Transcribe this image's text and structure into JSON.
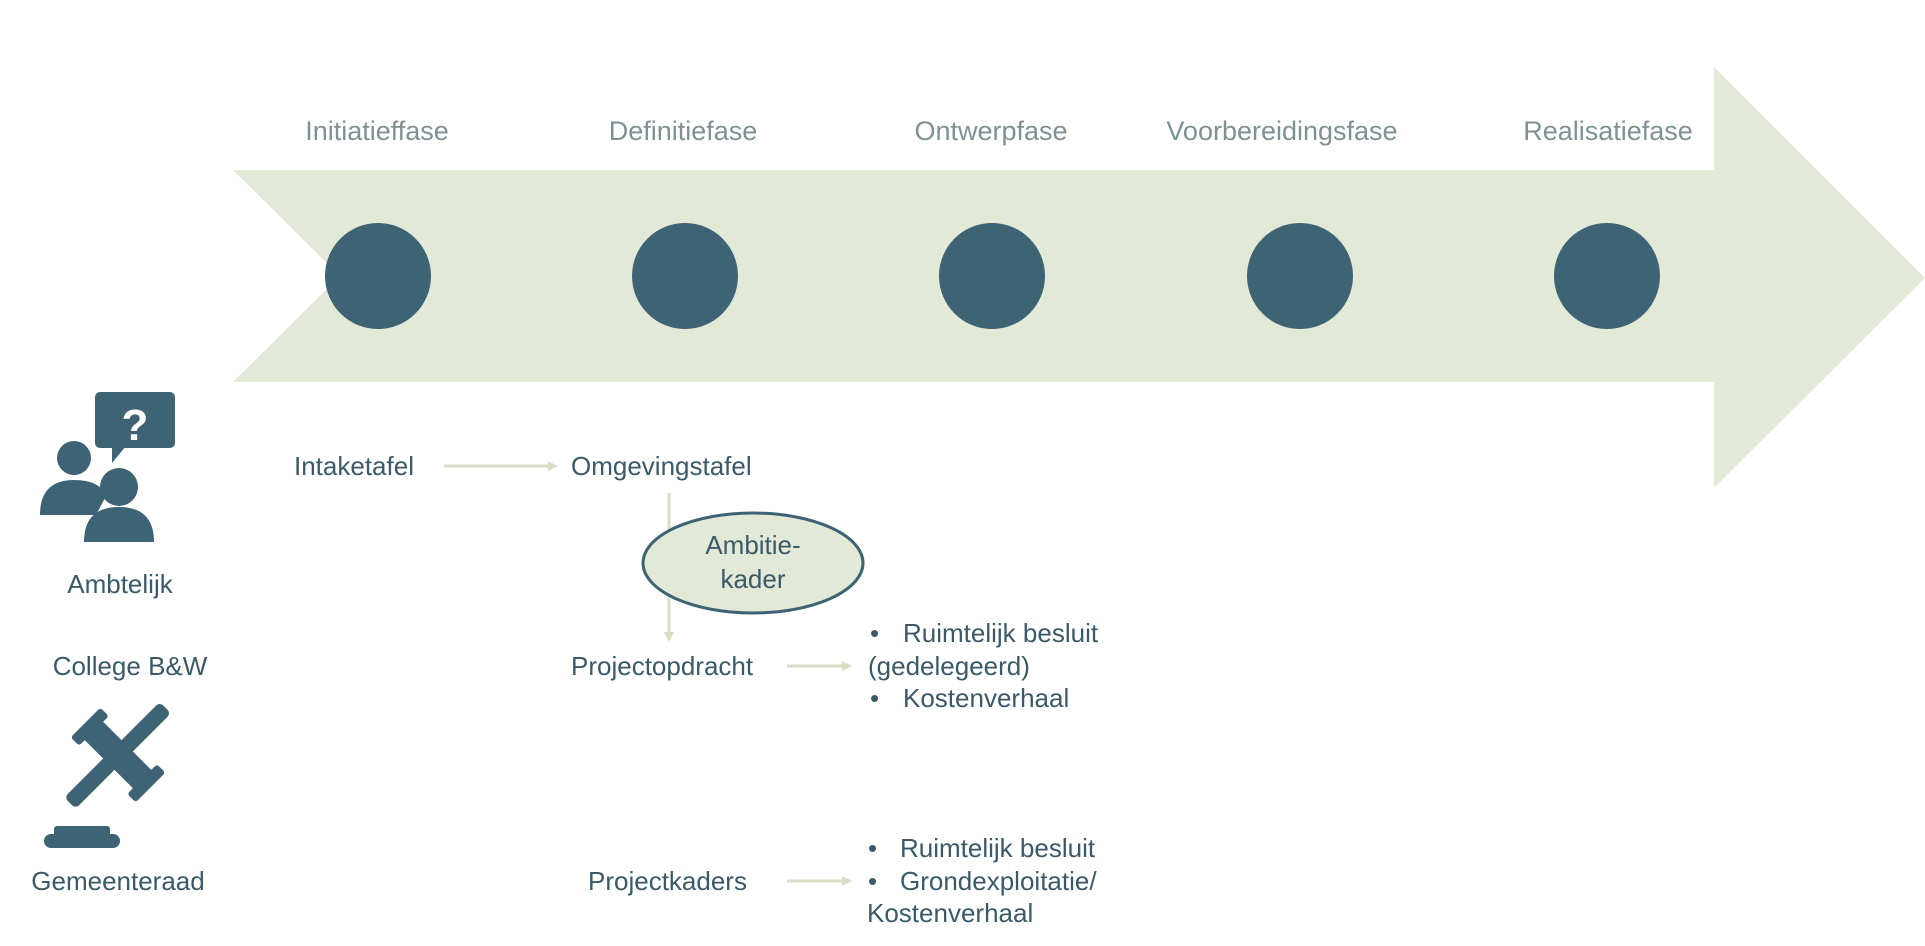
{
  "colors": {
    "arrow_fill": "#e3e9d7",
    "dot_fill": "#3d6374",
    "text_dark": "#3a5a68",
    "text_phase": "#7e9294",
    "connector": "#d6dfc4",
    "ellipse_fill": "#e3e9d7",
    "ellipse_stroke": "#3d6374",
    "icon_fill": "#3d6374"
  },
  "phases": [
    {
      "label": "Initiatieffase"
    },
    {
      "label": "Definitiefase"
    },
    {
      "label": "Ontwerpfase"
    },
    {
      "label": "Voorbereidingsfase"
    },
    {
      "label": "Realisatiefase"
    }
  ],
  "roles": {
    "ambtelijk": "Ambtelijk",
    "college": "College B&W",
    "gemeenteraad": "Gemeenteraad"
  },
  "icons": {
    "ambtelijk": "people-question-icon",
    "gemeenteraad": "gavel-icon"
  },
  "flow": {
    "intaketafel": "Intaketafel",
    "omgevingstafel": "Omgevingstafel",
    "ambitiekader_line1": "Ambitie-",
    "ambitiekader_line2": "kader",
    "projectopdracht": "Projectopdracht",
    "projectkaders": "Projectkaders"
  },
  "outputs": {
    "college": {
      "bullet1": "Ruimtelijk besluit",
      "bullet1_cont": "(gedelegeerd)",
      "bullet2": "Kostenverhaal"
    },
    "raad": {
      "bullet1": "Ruimtelijk besluit",
      "bullet2": "Grondexploitatie/",
      "bullet2_cont": "Kostenverhaal"
    }
  }
}
